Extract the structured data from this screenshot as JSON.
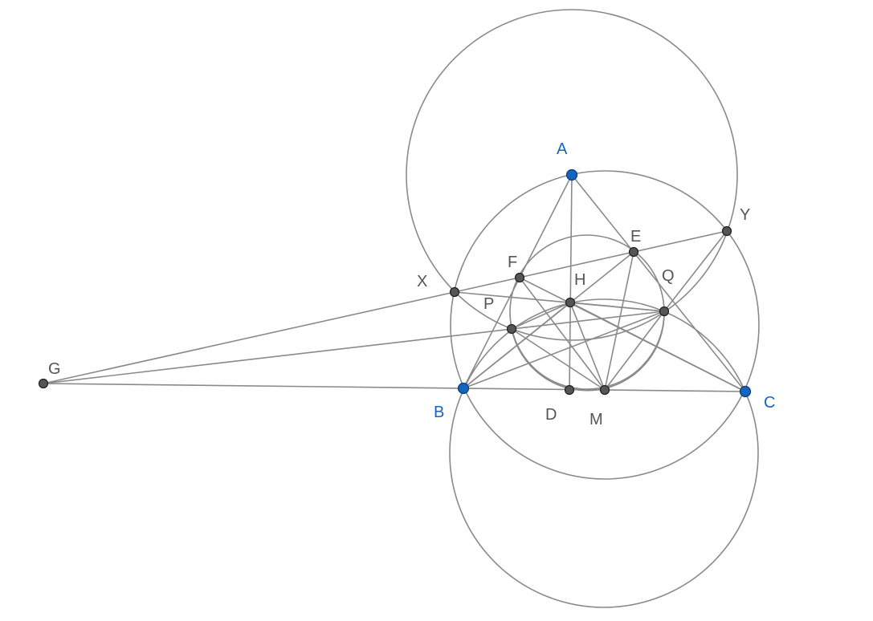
{
  "colors": {
    "line": "#8a8a8a",
    "free_point": "#1565c0",
    "dependent_point": "#555555",
    "background": "#ffffff"
  },
  "points": {
    "A": "A",
    "B": "B",
    "C": "C",
    "D": "D",
    "E": "E",
    "F": "F",
    "G": "G",
    "H": "H",
    "M": "M",
    "P": "P",
    "Q": "Q",
    "X": "X",
    "Y": "Y"
  }
}
